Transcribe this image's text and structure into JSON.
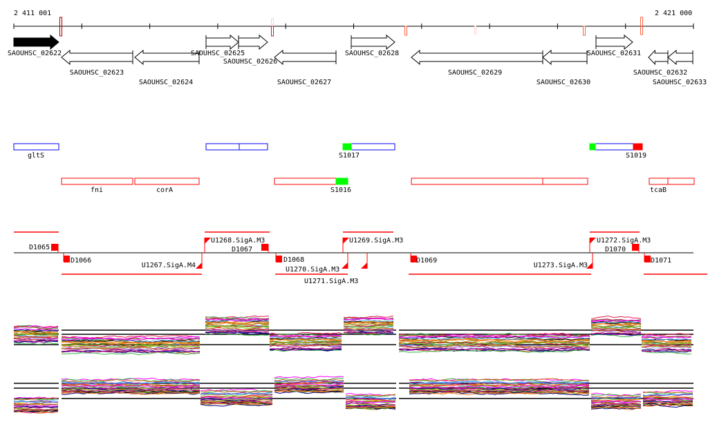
{
  "ruler": {
    "start_label": "2 411 001",
    "end_label": "2 421 000"
  },
  "genes": [
    {
      "label": "SAOUHSC_02622",
      "strand": "+",
      "filled": true
    },
    {
      "label": "SAOUHSC_02623",
      "strand": "-"
    },
    {
      "label": "SAOUHSC_02624",
      "strand": "-"
    },
    {
      "label": "SAOUHSC_02625",
      "strand": "+"
    },
    {
      "label": "SAOUHSC_02626",
      "strand": "+"
    },
    {
      "label": "SAOUHSC_02627",
      "strand": "-"
    },
    {
      "label": "SAOUHSC_02628",
      "strand": "+"
    },
    {
      "label": "SAOUHSC_02629",
      "strand": "-"
    },
    {
      "label": "SAOUHSC_02630",
      "strand": "-"
    },
    {
      "label": "SAOUHSC_02631",
      "strand": "+"
    },
    {
      "label": "SAOUHSC_02632",
      "strand": "-"
    },
    {
      "label": "SAOUHSC_02633",
      "strand": "-"
    }
  ],
  "forward_features": [
    "gltS",
    "S1017",
    "S1019"
  ],
  "reverse_features": [
    "fni",
    "corA",
    "S1016",
    "tcaB"
  ],
  "transcription_units": [
    "D1065",
    "D1066",
    "U1267.SigA.M4",
    "U1268.SigA.M3",
    "D1067",
    "D1068",
    "U1270.SigA.M3",
    "U1271.SigA.M3",
    "U1269.SigA.M3",
    "D1069",
    "U1273.SigA.M3",
    "U1272.SigA.M3",
    "D1070",
    "D1071"
  ],
  "colors": {
    "forward_track": "#0000ff",
    "reverse_track": "#ff0000",
    "start_mark": "#00ff00",
    "end_mark": "#ff0000"
  }
}
